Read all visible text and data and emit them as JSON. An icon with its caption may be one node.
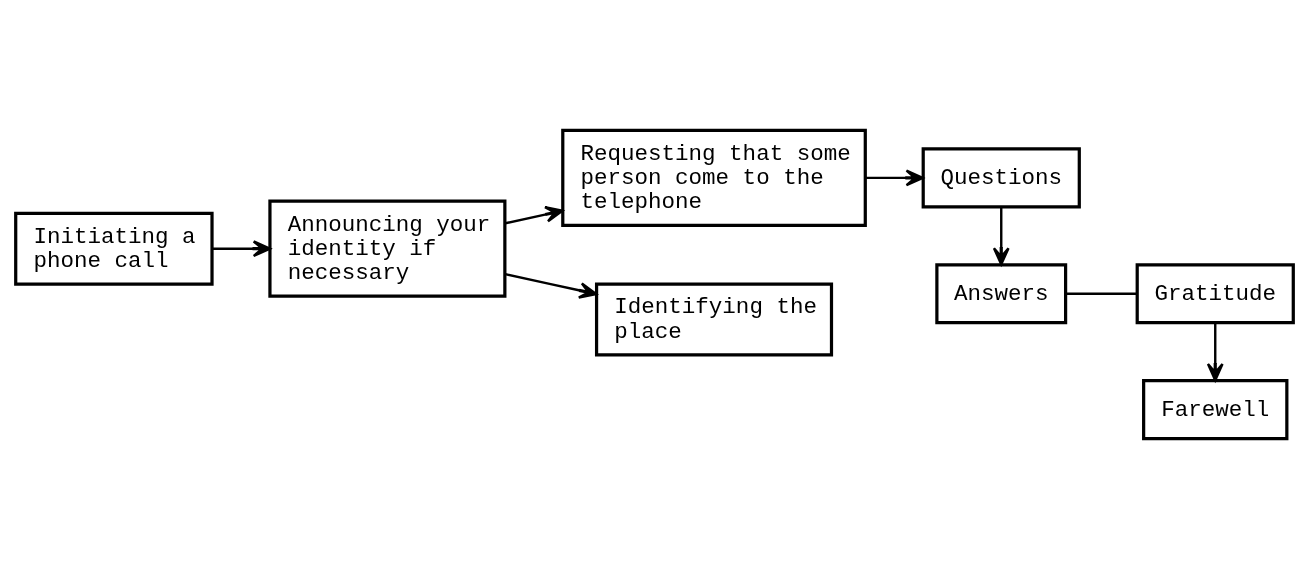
{
  "diagram": {
    "nodes": [
      {
        "text": [
          "Initiating a phone call"
        ]
      },
      {
        "text": [
          "Announcing your identity if necessary"
        ]
      },
      {
        "text": [
          "Requesting that some person come to the telephone"
        ]
      },
      {
        "text": [
          "Identifying the place"
        ]
      },
      {
        "text": [
          "Questions"
        ]
      },
      {
        "text": [
          "Answers"
        ]
      },
      {
        "text": [
          "Gratitude"
        ]
      },
      {
        "text": [
          "Farewell"
        ]
      }
    ],
    "edges": [
      {
        "from": 0,
        "to": 1,
        "arrow": "to"
      },
      {
        "from": 1,
        "to": 2,
        "arrow": "to"
      },
      {
        "from": 1,
        "to": 3,
        "arrow": "to"
      },
      {
        "from": 2,
        "to": 4,
        "arrow": "to"
      },
      {
        "from": 4,
        "to": 5,
        "arrow": "to"
      },
      {
        "from": 5,
        "to": 6,
        "arrow": "none"
      },
      {
        "from": 6,
        "to": 7,
        "arrow": "to"
      }
    ]
  }
}
